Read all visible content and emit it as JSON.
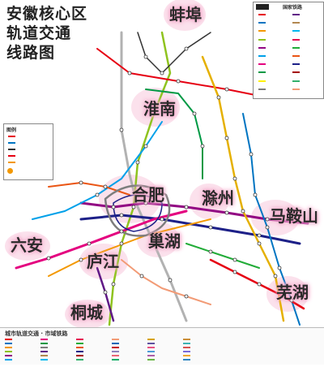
{
  "title_lines": [
    "安徽核心区",
    "轨道交通",
    "线路图"
  ],
  "cities": [
    {
      "id": "bengbu",
      "name": "蚌埠"
    },
    {
      "id": "huainan",
      "name": "淮南"
    },
    {
      "id": "hefei",
      "name": "合肥"
    },
    {
      "id": "chuzhou",
      "name": "滁州"
    },
    {
      "id": "maanshan",
      "name": "马鞍山"
    },
    {
      "id": "luan",
      "name": "六安"
    },
    {
      "id": "chaohu",
      "name": "巢湖"
    },
    {
      "id": "lujiang",
      "name": "庐江"
    },
    {
      "id": "wuhu",
      "name": "芜湖"
    },
    {
      "id": "tongcheng",
      "name": "桐城"
    }
  ],
  "top_legend": {
    "header": "国家铁路",
    "colors": [
      "#e60012",
      "#0075c2",
      "#f39800",
      "#8fc31f",
      "#920783",
      "#00a0e9",
      "#e4007f",
      "#009944",
      "#fff100",
      "#7d7d7d",
      "#601986",
      "#b28850",
      "#00b7ee",
      "#e5004f",
      "#22ac38",
      "#ea5514",
      "#1d2088",
      "#a40000",
      "#32b16c",
      "#f29b76"
    ]
  },
  "left_legend": {
    "header": "图例",
    "colors": [
      "#e60012",
      "#0075c2",
      "#333333",
      "#e60012",
      "#f39800"
    ]
  },
  "bottom_legend": {
    "header": "城市轨道交通 · 市域铁路",
    "colors": [
      "#e60012",
      "#0075c2",
      "#f39800",
      "#8fc31f",
      "#920783",
      "#00a0e9",
      "#e4007f",
      "#009944",
      "#7d7d7d",
      "#601986",
      "#b28850",
      "#00b7ee",
      "#e5004f",
      "#22ac38",
      "#ea5514",
      "#1d2088",
      "#a40000",
      "#32b16c",
      "#f29b76",
      "#0068b7",
      "#c30d23",
      "#8f82bc",
      "#eb6877",
      "#13ae67",
      "#d7a300",
      "#5f52a0",
      "#e95383",
      "#4c9bd6",
      "#ad5ea6",
      "#6ab546",
      "#ca8e37",
      "#3eb3b3",
      "#d9534f",
      "#7a6ad8",
      "#f0a830",
      "#2e86c1"
    ]
  }
}
